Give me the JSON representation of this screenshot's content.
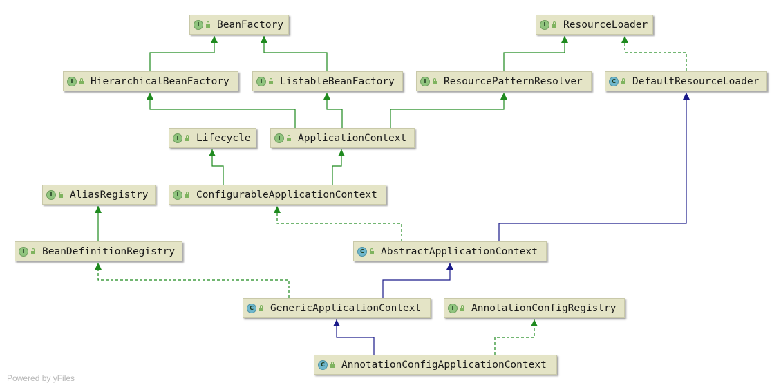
{
  "nodes": {
    "bean_factory": {
      "name": "BeanFactory",
      "kind": "I"
    },
    "resource_loader": {
      "name": "ResourceLoader",
      "kind": "I"
    },
    "hierarchical_bean_factory": {
      "name": "HierarchicalBeanFactory",
      "kind": "I"
    },
    "listable_bean_factory": {
      "name": "ListableBeanFactory",
      "kind": "I"
    },
    "resource_pattern_resolver": {
      "name": "ResourcePatternResolver",
      "kind": "I"
    },
    "default_resource_loader": {
      "name": "DefaultResourceLoader",
      "kind": "C"
    },
    "lifecycle": {
      "name": "Lifecycle",
      "kind": "I"
    },
    "application_context": {
      "name": "ApplicationContext",
      "kind": "I"
    },
    "alias_registry": {
      "name": "AliasRegistry",
      "kind": "I"
    },
    "configurable_application_context": {
      "name": "ConfigurableApplicationContext",
      "kind": "I"
    },
    "bean_definition_registry": {
      "name": "BeanDefinitionRegistry",
      "kind": "I"
    },
    "abstract_application_context": {
      "name": "AbstractApplicationContext",
      "kind": "C"
    },
    "generic_application_context": {
      "name": "GenericApplicationContext",
      "kind": "C"
    },
    "annotation_config_registry": {
      "name": "AnnotationConfigRegistry",
      "kind": "I"
    },
    "annotation_config_application_context": {
      "name": "AnnotationConfigApplicationContext",
      "kind": "C"
    }
  },
  "colors": {
    "interface_extends": "#1f8a1f",
    "class_extends": "#1a1a8a",
    "implements": "#1f8a1f",
    "node_fill": "#e4e4c6"
  },
  "watermark": "Powered by yFiles"
}
